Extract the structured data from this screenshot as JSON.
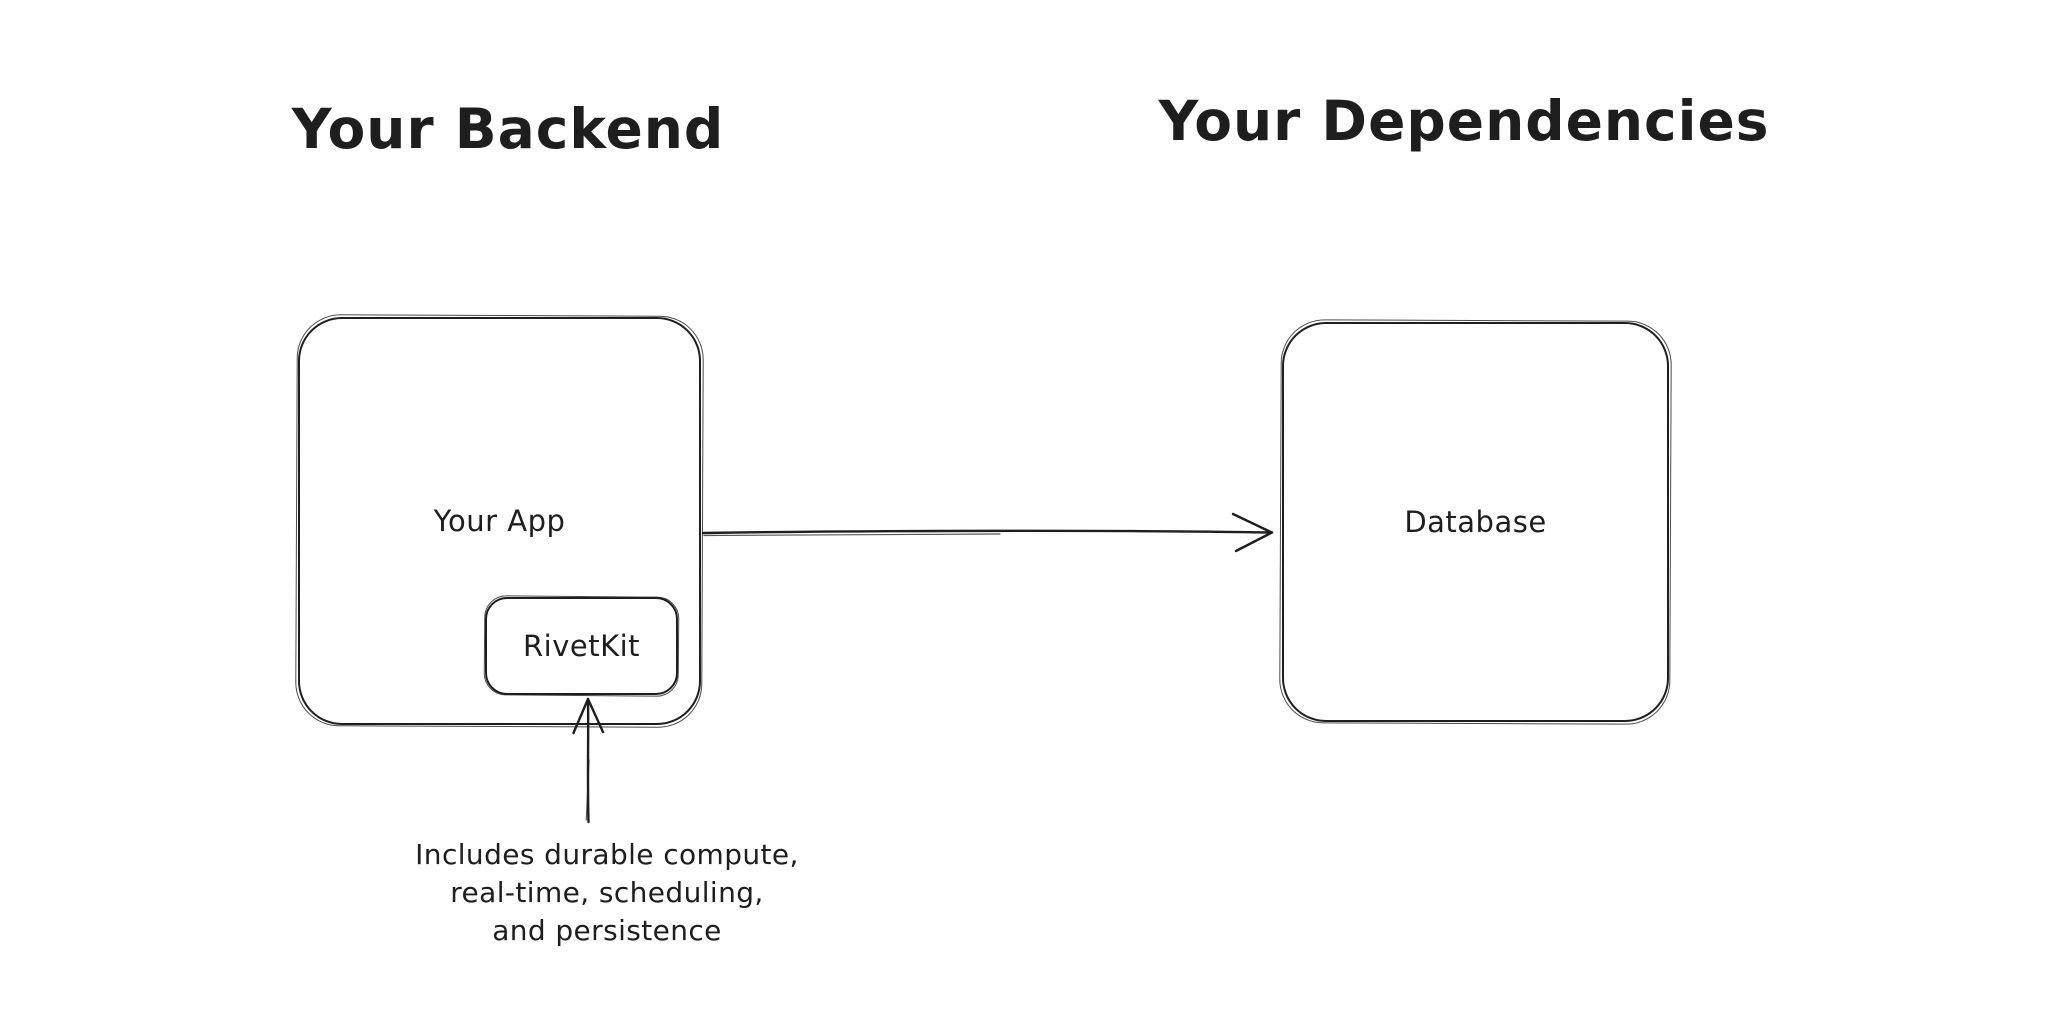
{
  "headings": {
    "backend": "Your Backend",
    "dependencies": "Your Dependencies"
  },
  "nodes": {
    "your_app": "Your App",
    "rivetkit": "RivetKit",
    "database": "Database"
  },
  "edges": {
    "app_to_database": "arrow from Your App to Database",
    "annotation_to_rivetkit": "arrow from annotation to RivetKit"
  },
  "annotation": {
    "lines": [
      "Includes durable compute,",
      "real-time, scheduling,",
      "and persistence"
    ]
  },
  "colors": {
    "stroke": "#1e1e1e",
    "background": "#ffffff"
  }
}
